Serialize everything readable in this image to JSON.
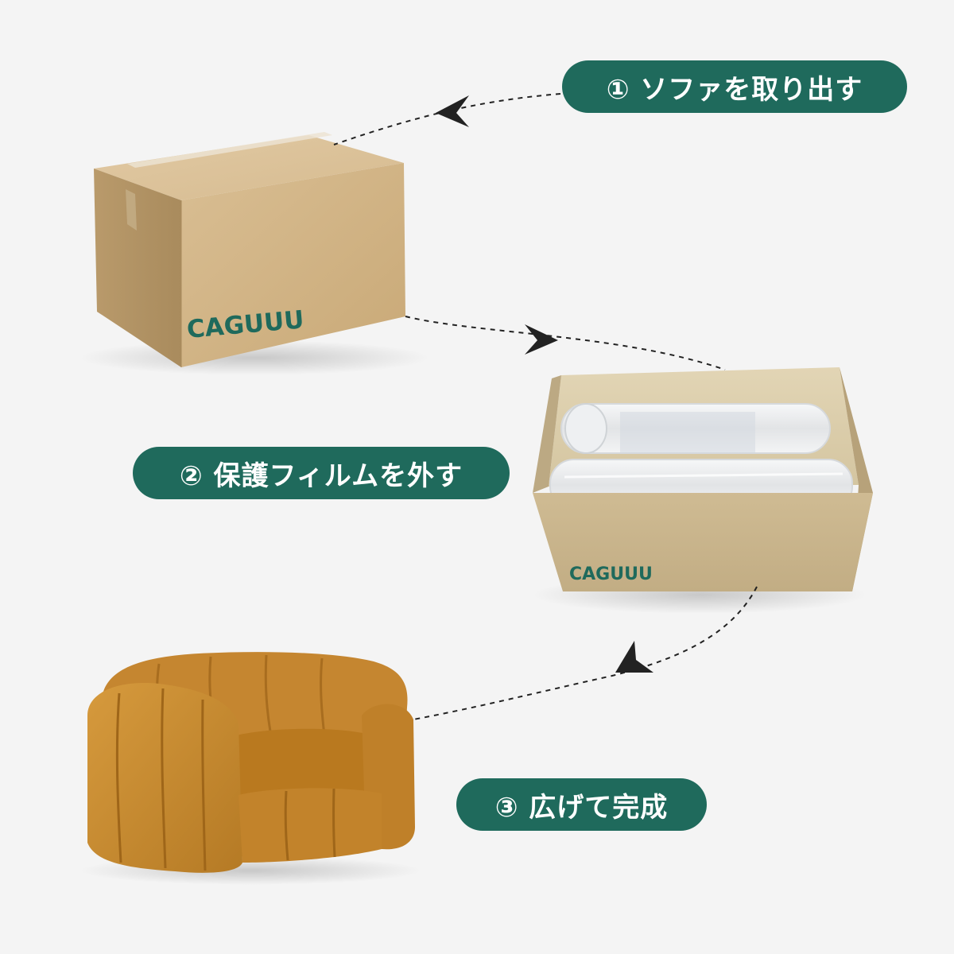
{
  "steps": [
    {
      "label": "① ソファを取り出す"
    },
    {
      "label": "② 保護フィルムを外す"
    },
    {
      "label": "③ 広げて完成"
    }
  ],
  "box_closed": {
    "logo": "CAGUUU"
  },
  "box_open": {
    "logo": "CAGUUU"
  },
  "colors": {
    "background": "#f4f4f4",
    "pill": "#1f6a5c",
    "pill_text": "#ffffff",
    "logo": "#1f6a5c",
    "cardboard": "#d2b487",
    "sofa": "#c98a2e",
    "arrow": "#222222"
  },
  "icons": {
    "arrow_1": "arrowhead-left-icon",
    "arrow_2": "arrowhead-right-icon",
    "arrow_3": "arrowhead-down-left-icon"
  }
}
